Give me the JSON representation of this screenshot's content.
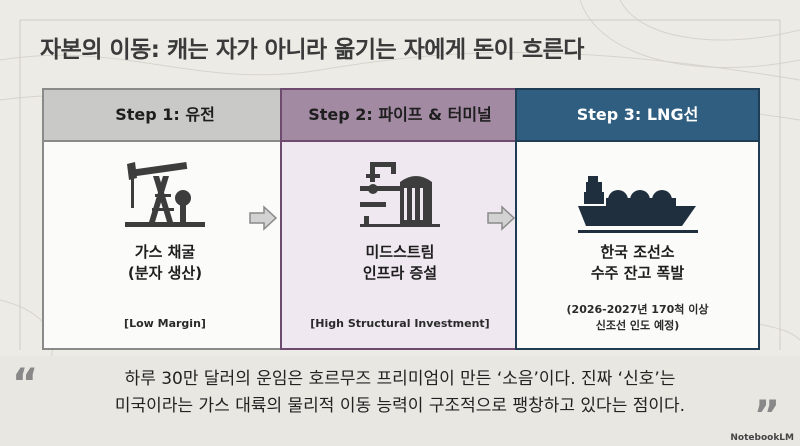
{
  "title": "자본의 이동: 캐는 자가 아니라 옮기는 자에게 돈이 흐른다",
  "steps": [
    {
      "head": "Step 1: 유전",
      "main_line1": "가스 채굴",
      "main_line2": "(분자 생산)",
      "sub_line1": "[Low Margin]",
      "sub_line2": "",
      "icon": "oil-pump-jack-icon"
    },
    {
      "head": "Step 2: 파이프 & 터미널",
      "main_line1": "미드스트림",
      "main_line2": "인프라 증설",
      "sub_line1": "[High Structural Investment]",
      "sub_line2": "",
      "icon": "pipeline-terminal-icon"
    },
    {
      "head": "Step 3: LNG선",
      "main_line1": "한국 조선소",
      "main_line2": "수주 잔고 폭발",
      "sub_line1": "(2026-2027년 170척 이상",
      "sub_line2": "신조선 인도 예정)",
      "icon": "lng-ship-icon"
    }
  ],
  "quote": {
    "line1": "하루 30만 달러의 운임은 호르무즈 프리미엄이 만든 ‘소음’이다. 진짜 ‘신호’는",
    "line2": "미국이라는 가스 대륙의 물리적 이동 능력이 구조적으로 팽창하고 있다는 점이다.",
    "open_mark": "“",
    "close_mark": "”"
  },
  "brand": "NotebookLM",
  "colors": {
    "step1": "#c9c9c7",
    "step2": "#a38aa3",
    "step3": "#2f5e80"
  }
}
